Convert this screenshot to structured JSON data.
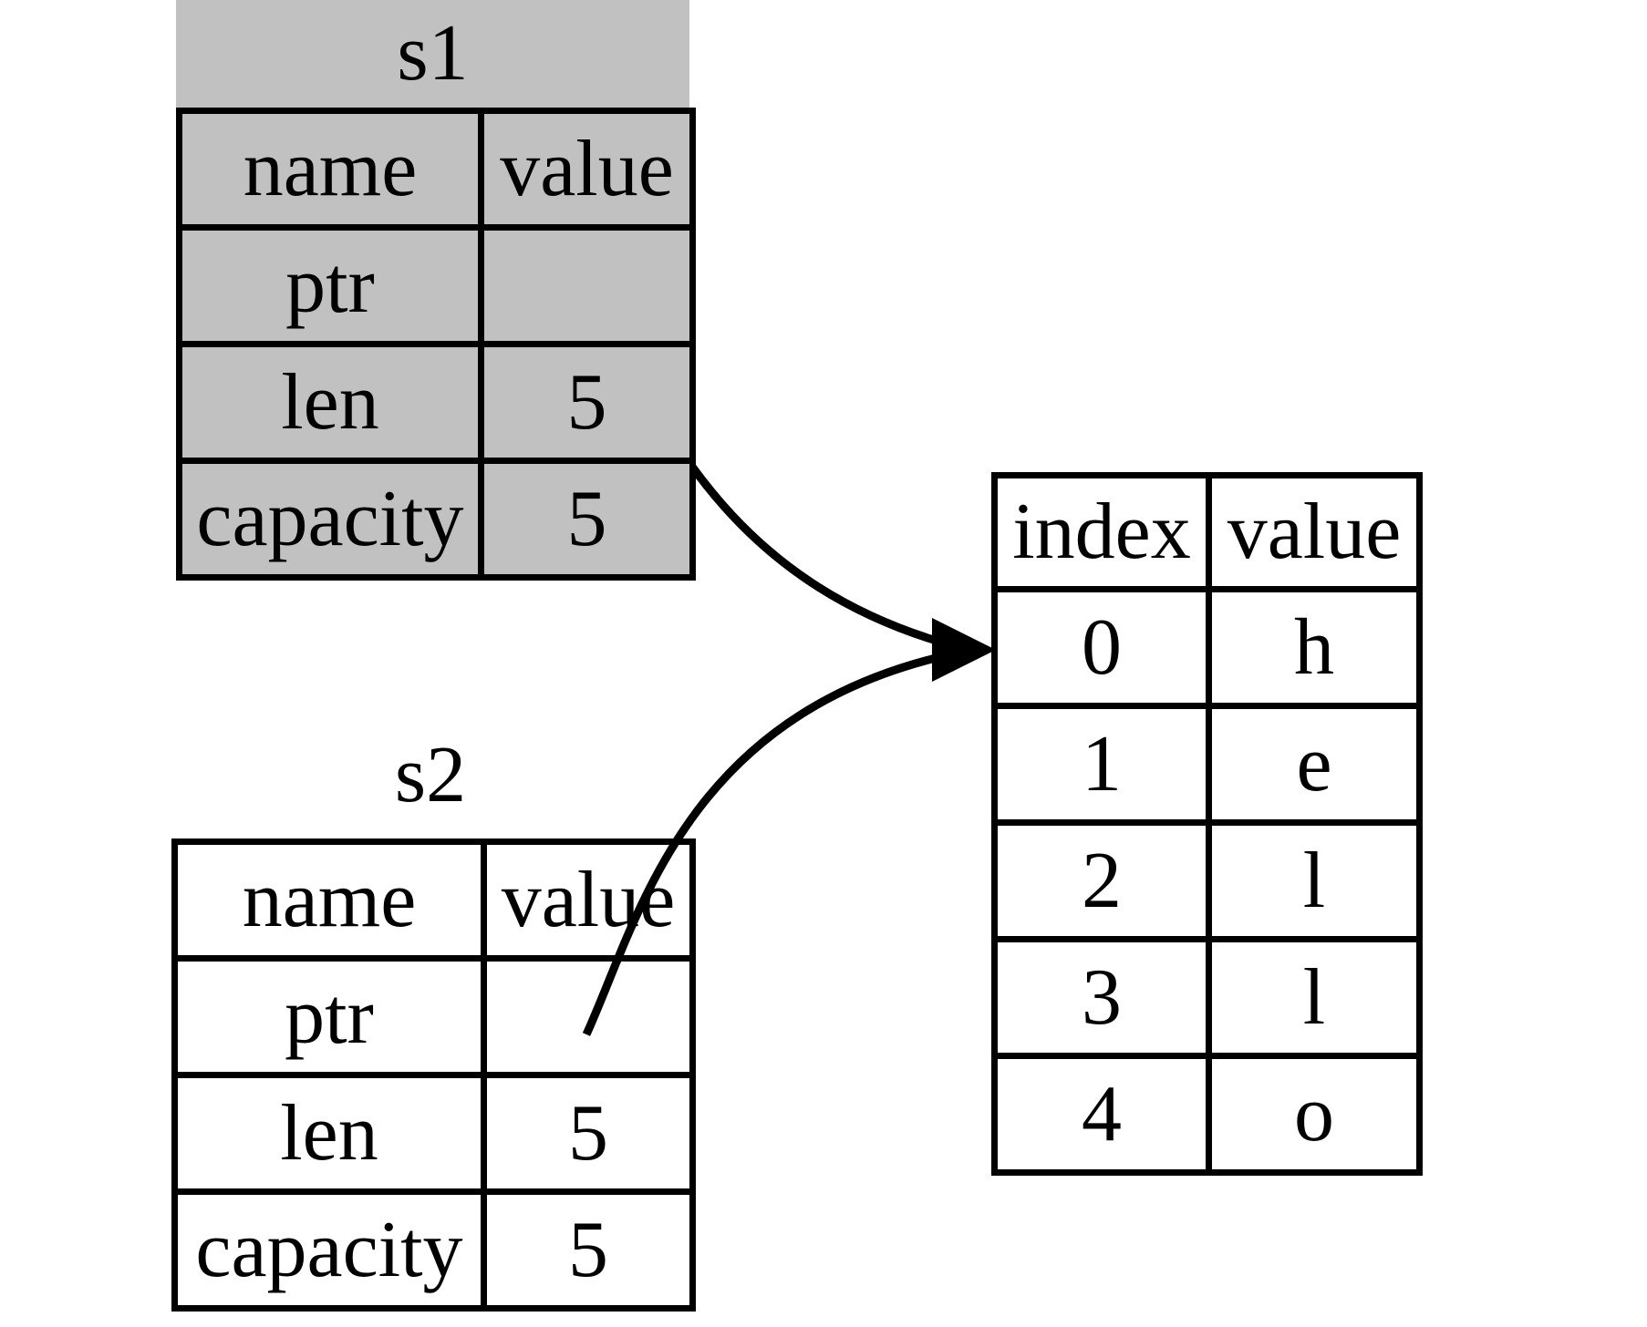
{
  "figure": {
    "description": "String move diagram: s1 (invalidated, gray) and s2 both had pointers to the same heap buffer containing hello",
    "s1": {
      "title": "s1",
      "state": "invalidated-grayed-out",
      "col_headers": [
        "name",
        "value"
      ],
      "rows": [
        [
          "ptr",
          ""
        ],
        [
          "len",
          "5"
        ],
        [
          "capacity",
          "5"
        ]
      ]
    },
    "s2": {
      "title": "s2",
      "state": "valid",
      "col_headers": [
        "name",
        "value"
      ],
      "rows": [
        [
          "ptr",
          ""
        ],
        [
          "len",
          "5"
        ],
        [
          "capacity",
          "5"
        ]
      ]
    },
    "heap": {
      "col_headers": [
        "index",
        "value"
      ],
      "rows": [
        [
          "0",
          "h"
        ],
        [
          "1",
          "e"
        ],
        [
          "2",
          "l"
        ],
        [
          "3",
          "l"
        ],
        [
          "4",
          "o"
        ]
      ]
    },
    "arrows": {
      "s1_ptr_to_heap": "s1.ptr points to heap index 0",
      "s2_ptr_to_heap": "s2.ptr points to heap index 0"
    },
    "icons": {
      "arrowhead-icon": "filled right-pointing triangle"
    },
    "colors": {
      "page_bg": "#ffffff",
      "invalidated_bg": "#c1c1c1",
      "border": "#000000",
      "arrow": "#000000",
      "text": "#000000"
    }
  }
}
